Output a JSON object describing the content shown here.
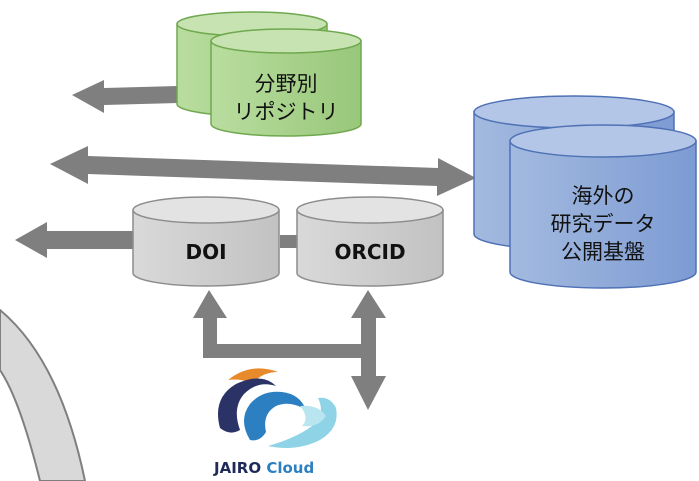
{
  "nodes": {
    "domain_repo": {
      "line1": "分野別",
      "line2": "リポジトリ",
      "color": "#a9d18e"
    },
    "overseas": {
      "line1": "海外の",
      "line2": "研究データ",
      "line3": "公開基盤",
      "color": "#8faadc"
    },
    "doi": {
      "label": "DOI",
      "color": "#d0d0d0"
    },
    "orcid": {
      "label": "ORCID",
      "color": "#d0d0d0"
    }
  },
  "logo": {
    "word1": "JAIRO",
    "word2": "Cloud"
  },
  "colors": {
    "arrow": "#7f7f7f",
    "arc": "#d9d9d9"
  }
}
